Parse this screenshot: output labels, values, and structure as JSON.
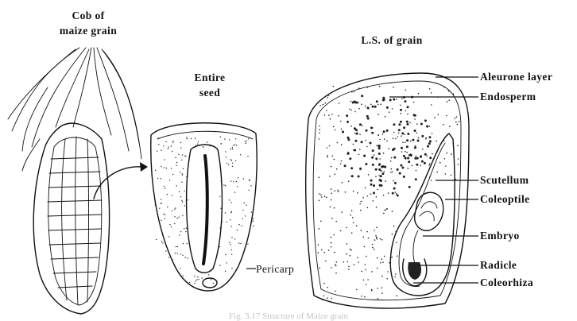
{
  "figure": {
    "caption": "Fig. 3.17 Structure of Maize grain",
    "cob": {
      "title_line1": "Cob of",
      "title_line2": "maize grain"
    },
    "seed": {
      "title_line1": "Entire",
      "title_line2": "seed",
      "pericarp_label": "Pericarp"
    },
    "section": {
      "title": "L.S. of grain",
      "labels": [
        "Aleurone layer",
        "Endosperm",
        "Scutellum",
        "Coleoptile",
        "Embryo",
        "Radicle",
        "Coleorhiza"
      ]
    }
  }
}
